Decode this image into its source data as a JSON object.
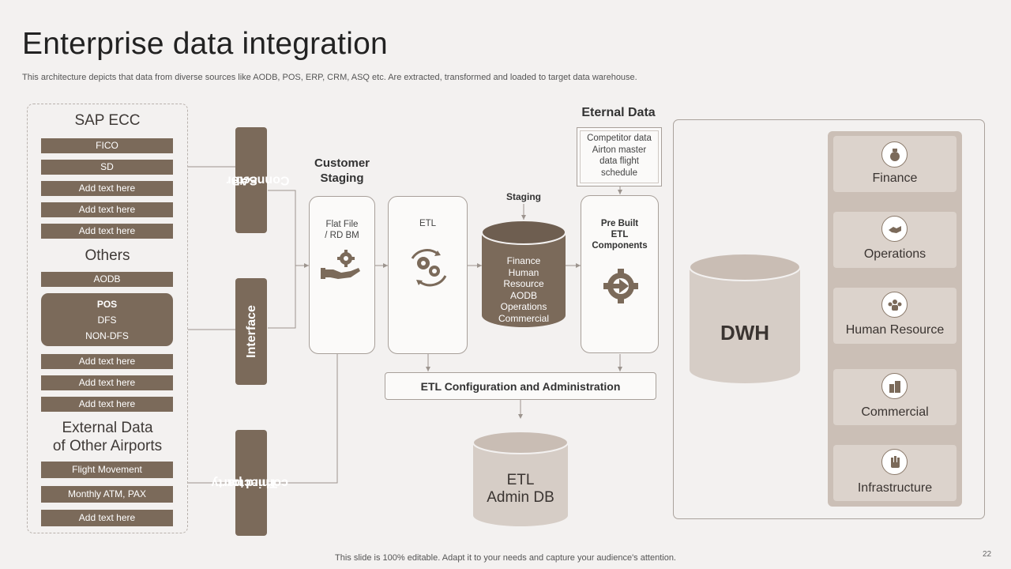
{
  "title": "Enterprise data integration",
  "subtitle": "This architecture depicts that data from diverse sources like AODB, POS, ERP, CRM, ASQ etc. Are extracted, transformed and loaded to target data warehouse.",
  "footer": "This slide is 100% editable. Adapt it to your needs and capture your audience's attention.",
  "page_number": "22",
  "sources": {
    "sap_ecc": {
      "heading": "SAP ECC",
      "items": [
        "FICO",
        "SD",
        "Add text here",
        "Add text here",
        "Add text here"
      ]
    },
    "others": {
      "heading": "Others",
      "aodb": "AODB",
      "pos_lines": [
        "POS",
        "DFS",
        "NON-DFS"
      ],
      "items": [
        "Add text here",
        "Add text here",
        "Add text here"
      ]
    },
    "external": {
      "heading_line1": "External Data",
      "heading_line2": "of Other Airports",
      "items": [
        "Flight Movement",
        "Monthly ATM, PAX",
        "Add text here"
      ]
    }
  },
  "connectors": {
    "sap": [
      "SAP",
      "Connector"
    ],
    "interface": "Interface",
    "third_party": [
      "Third party",
      "connector"
    ]
  },
  "customer_staging": {
    "line1": "Customer",
    "line2": "Staging"
  },
  "flat_file": {
    "line1": "Flat File",
    "line2": "/ RD BM"
  },
  "etl_box": "ETL",
  "staging": {
    "label": "Staging",
    "lines": [
      "Finance",
      "Human",
      "Resource",
      "AODB",
      "Operations",
      "Commercial"
    ]
  },
  "eternal_data": {
    "heading": "Eternal Data",
    "lines": [
      "Competitor data",
      "Airton master",
      "data flight",
      "schedule"
    ]
  },
  "prebuilt": [
    "Pre Built",
    "ETL",
    "Components"
  ],
  "etl_config": "ETL Configuration and Administration",
  "etl_admin_db": {
    "line1": "ETL",
    "line2": "Admin DB"
  },
  "dwh": "DWH",
  "dwh_modules": [
    {
      "label": "Finance",
      "icon": "money-bag-icon"
    },
    {
      "label": "Operations",
      "icon": "handshake-icon"
    },
    {
      "label": "Human Resource",
      "icon": "people-group-icon"
    },
    {
      "label": "Commercial",
      "icon": "buildings-icon"
    },
    {
      "label": "Infrastructure",
      "icon": "hand-icon"
    }
  ],
  "colors": {
    "brown": "#7b6a5a",
    "light_brown": "#d6cdc6",
    "column": "#cbbfb6"
  }
}
